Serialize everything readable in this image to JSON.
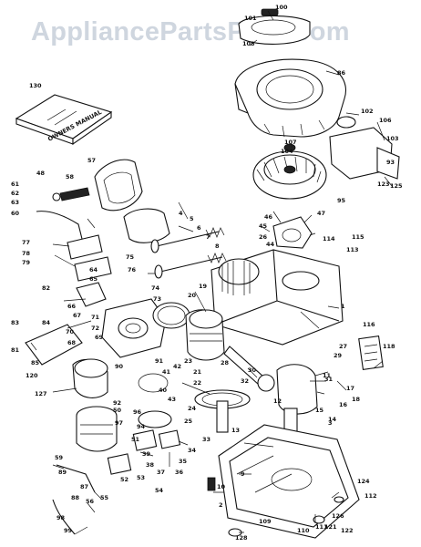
{
  "watermark": "AppliancePartsPros.com",
  "manual_text": "OWNERS MANUAL",
  "colors": {
    "ink": "#111111",
    "watermark": "#cfd6df",
    "paper": "#ffffff"
  },
  "callouts": [
    {
      "id": "c1",
      "text": "100"
    },
    {
      "id": "c2",
      "text": "101"
    },
    {
      "id": "c3",
      "text": "108"
    },
    {
      "id": "c4",
      "text": "86"
    },
    {
      "id": "c5",
      "text": "130"
    },
    {
      "id": "c6",
      "text": "102"
    },
    {
      "id": "c7",
      "text": "106"
    },
    {
      "id": "c8",
      "text": "103"
    },
    {
      "id": "c9",
      "text": "107"
    },
    {
      "id": "c10",
      "text": "104"
    },
    {
      "id": "c11",
      "text": "93"
    },
    {
      "id": "c12",
      "text": "123"
    },
    {
      "id": "c13",
      "text": "125"
    },
    {
      "id": "c14",
      "text": "95"
    },
    {
      "id": "c15",
      "text": "48"
    },
    {
      "id": "c16",
      "text": "61"
    },
    {
      "id": "c17",
      "text": "62"
    },
    {
      "id": "c18",
      "text": "63"
    },
    {
      "id": "c19",
      "text": "60"
    },
    {
      "id": "c20",
      "text": "58"
    },
    {
      "id": "c21",
      "text": "57"
    },
    {
      "id": "c22",
      "text": "46"
    },
    {
      "id": "c23",
      "text": "4"
    },
    {
      "id": "c24",
      "text": "5"
    },
    {
      "id": "c25",
      "text": "6"
    },
    {
      "id": "c26",
      "text": "7"
    },
    {
      "id": "c27",
      "text": "8"
    },
    {
      "id": "c28",
      "text": "45"
    },
    {
      "id": "c29",
      "text": "26"
    },
    {
      "id": "c30",
      "text": "44"
    },
    {
      "id": "c31",
      "text": "47"
    },
    {
      "id": "c32",
      "text": "114"
    },
    {
      "id": "c33",
      "text": "115"
    },
    {
      "id": "c34",
      "text": "113"
    },
    {
      "id": "c35",
      "text": "77"
    },
    {
      "id": "c36",
      "text": "78"
    },
    {
      "id": "c37",
      "text": "79"
    },
    {
      "id": "c38",
      "text": "75"
    },
    {
      "id": "c39",
      "text": "76"
    },
    {
      "id": "c40",
      "text": "74"
    },
    {
      "id": "c41",
      "text": "73"
    },
    {
      "id": "c42",
      "text": "19"
    },
    {
      "id": "c43",
      "text": "20"
    },
    {
      "id": "c44",
      "text": "1"
    },
    {
      "id": "c45",
      "text": "82"
    },
    {
      "id": "c46",
      "text": "64"
    },
    {
      "id": "c47",
      "text": "65"
    },
    {
      "id": "c48",
      "text": "71"
    },
    {
      "id": "c49",
      "text": "72"
    },
    {
      "id": "c50",
      "text": "70"
    },
    {
      "id": "c51",
      "text": "69"
    },
    {
      "id": "c52",
      "text": "27"
    },
    {
      "id": "c53",
      "text": "23"
    },
    {
      "id": "c54",
      "text": "28"
    },
    {
      "id": "c55",
      "text": "29"
    },
    {
      "id": "c56",
      "text": "30"
    },
    {
      "id": "c57",
      "text": "31"
    },
    {
      "id": "c58",
      "text": "116"
    },
    {
      "id": "c59",
      "text": "118"
    },
    {
      "id": "c60",
      "text": "81"
    },
    {
      "id": "c61",
      "text": "83"
    },
    {
      "id": "c62",
      "text": "84"
    },
    {
      "id": "c63",
      "text": "85"
    },
    {
      "id": "c64",
      "text": "127"
    },
    {
      "id": "c65",
      "text": "120"
    },
    {
      "id": "c66",
      "text": "21"
    },
    {
      "id": "c67",
      "text": "22"
    },
    {
      "id": "c68",
      "text": "24"
    },
    {
      "id": "c69",
      "text": "25"
    },
    {
      "id": "c70",
      "text": "11"
    },
    {
      "id": "c71",
      "text": "12"
    },
    {
      "id": "c72",
      "text": "13"
    },
    {
      "id": "c73",
      "text": "17"
    },
    {
      "id": "c74",
      "text": "18"
    },
    {
      "id": "c75",
      "text": "16"
    },
    {
      "id": "c76",
      "text": "15"
    },
    {
      "id": "c77",
      "text": "14"
    },
    {
      "id": "c78",
      "text": "33"
    },
    {
      "id": "c79",
      "text": "34"
    },
    {
      "id": "c80",
      "text": "35"
    },
    {
      "id": "c81",
      "text": "36"
    },
    {
      "id": "c82",
      "text": "37"
    },
    {
      "id": "c83",
      "text": "38"
    },
    {
      "id": "c84",
      "text": "39"
    },
    {
      "id": "c85",
      "text": "40"
    },
    {
      "id": "c86",
      "text": "41"
    },
    {
      "id": "c87",
      "text": "42"
    },
    {
      "id": "c88",
      "text": "43"
    },
    {
      "id": "c89",
      "text": "50"
    },
    {
      "id": "c90",
      "text": "51"
    },
    {
      "id": "c91",
      "text": "52"
    },
    {
      "id": "c92",
      "text": "53"
    },
    {
      "id": "c93",
      "text": "54"
    },
    {
      "id": "c94",
      "text": "55"
    },
    {
      "id": "c95",
      "text": "56"
    },
    {
      "id": "c96",
      "text": "59"
    },
    {
      "id": "c97",
      "text": "9"
    },
    {
      "id": "c98",
      "text": "10"
    },
    {
      "id": "c99",
      "text": "2"
    },
    {
      "id": "c100",
      "text": "3"
    },
    {
      "id": "c101",
      "text": "126"
    },
    {
      "id": "c102",
      "text": "121"
    },
    {
      "id": "c103",
      "text": "122"
    },
    {
      "id": "c104",
      "text": "128"
    },
    {
      "id": "c105",
      "text": "32"
    },
    {
      "id": "c106",
      "text": "66"
    },
    {
      "id": "c107",
      "text": "67"
    },
    {
      "id": "c108",
      "text": "68"
    },
    {
      "id": "c109",
      "text": "87"
    },
    {
      "id": "c110",
      "text": "88"
    },
    {
      "id": "c111",
      "text": "89"
    },
    {
      "id": "c112",
      "text": "90"
    },
    {
      "id": "c113",
      "text": "91"
    },
    {
      "id": "c114",
      "text": "92"
    },
    {
      "id": "c115",
      "text": "94"
    },
    {
      "id": "c116",
      "text": "96"
    },
    {
      "id": "c117",
      "text": "97"
    },
    {
      "id": "c118",
      "text": "98"
    },
    {
      "id": "c119",
      "text": "99"
    },
    {
      "id": "c120",
      "text": "124"
    },
    {
      "id": "c121",
      "text": "109"
    },
    {
      "id": "c122",
      "text": "110"
    },
    {
      "id": "c123",
      "text": "111"
    },
    {
      "id": "c124",
      "text": "112"
    }
  ]
}
